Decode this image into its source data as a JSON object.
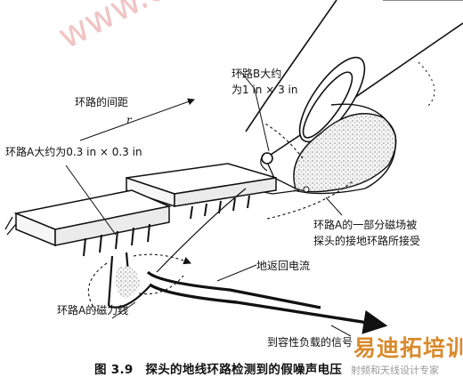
{
  "labels": {
    "loop_spacing": "环路的间距",
    "spacing_var": "r",
    "loop_b_line1": "环路B大约",
    "loop_b_line2": "为1 in × 3 in",
    "loop_a_size": "环路A大约为0.3 in × 0.3 in",
    "field_line1": "环路A的一部分磁场被",
    "field_line2": "探头的接地环路所接受",
    "ground_return": "地返回电流",
    "loop_a_flux": "环路A的磁力线",
    "signal_to_load": "到容性负载的信号"
  },
  "caption": "图 3.9　探头的地线环路检测到的假噪声电压",
  "watermark": {
    "url": "www.elecfans.com",
    "brand": "易迪拓培训",
    "sub": "射频和天线设计专家"
  }
}
